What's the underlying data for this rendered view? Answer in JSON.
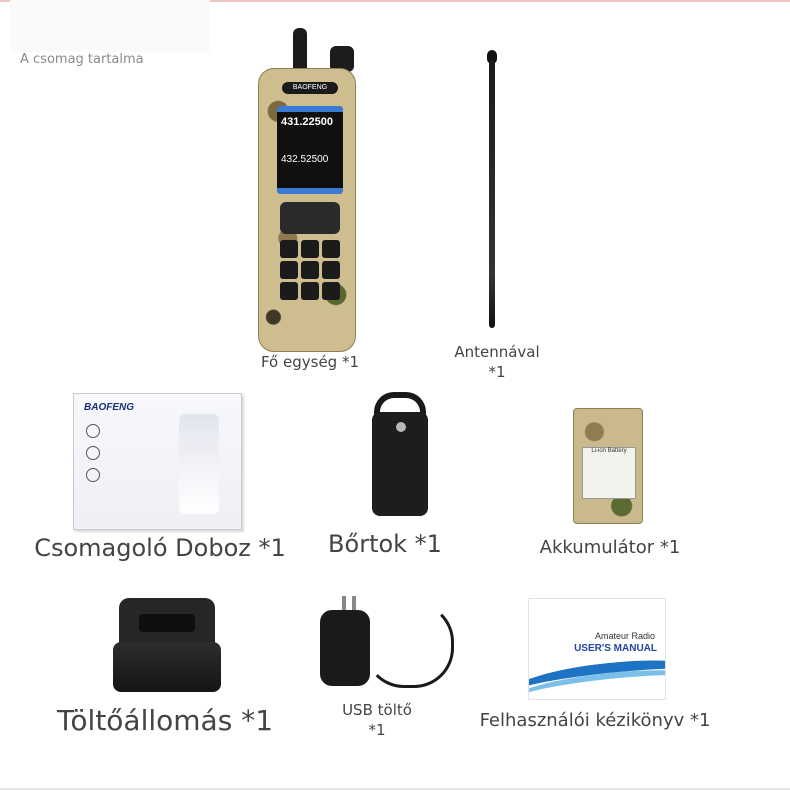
{
  "header": {
    "title": "A csomag tartalma"
  },
  "items": [
    {
      "caption": "Fő egység *1"
    },
    {
      "caption_line1": "Antennával",
      "caption_line2": "*1"
    },
    {
      "caption": "Csomagoló Doboz *1"
    },
    {
      "caption": "Bőrtok *1"
    },
    {
      "caption": "Akkumulátor *1"
    },
    {
      "caption": "Töltőállomás *1"
    },
    {
      "caption_line1": "USB töltő",
      "caption_line2": "*1"
    },
    {
      "caption": "Felhasználói kézikönyv *1"
    }
  ],
  "product_text": {
    "radio_brand": "BAOFENG",
    "radio_freq1": "431.22500",
    "radio_freq2": "432.52500",
    "box_brand": "BAOFENG",
    "battery_label": "Li-ion Battery",
    "manual_line1": "Amateur Radio",
    "manual_line2": "USER'S MANUAL"
  },
  "colors": {
    "background": "#ffffff",
    "caption": "#444444",
    "header": "#8a8a8a"
  }
}
